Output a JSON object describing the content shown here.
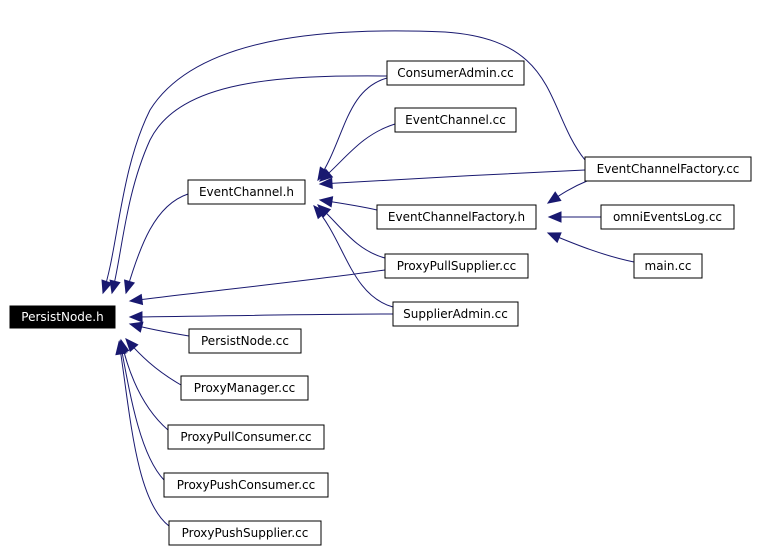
{
  "diagram": {
    "edge_color": "#191970",
    "root_fill": "#000000",
    "root_text_color": "#ffffff",
    "nodes": {
      "persistnode_h": {
        "label": "PersistNode.h",
        "root": true
      },
      "eventchannel_h": {
        "label": "EventChannel.h"
      },
      "consumeradmin_cc": {
        "label": "ConsumerAdmin.cc"
      },
      "eventchannel_cc": {
        "label": "EventChannel.cc"
      },
      "eventchannelfactory_cc": {
        "label": "EventChannelFactory.cc"
      },
      "eventchannelfactory_h": {
        "label": "EventChannelFactory.h"
      },
      "omnieventslog_cc": {
        "label": "omniEventsLog.cc"
      },
      "main_cc": {
        "label": "main.cc"
      },
      "proxypullsupplier_cc": {
        "label": "ProxyPullSupplier.cc"
      },
      "supplieradmin_cc": {
        "label": "SupplierAdmin.cc"
      },
      "persistnode_cc": {
        "label": "PersistNode.cc"
      },
      "proxymanager_cc": {
        "label": "ProxyManager.cc"
      },
      "proxypullconsumer_cc": {
        "label": "ProxyPullConsumer.cc"
      },
      "proxypushconsumer_cc": {
        "label": "ProxyPushConsumer.cc"
      },
      "proxypushsupplier_cc": {
        "label": "ProxyPushSupplier.cc"
      }
    },
    "edges": [
      {
        "from": "eventchannelfactory_cc",
        "to": "persistnode_h"
      },
      {
        "from": "consumeradmin_cc",
        "to": "persistnode_h"
      },
      {
        "from": "eventchannel_h",
        "to": "persistnode_h"
      },
      {
        "from": "proxypullsupplier_cc",
        "to": "persistnode_h"
      },
      {
        "from": "supplieradmin_cc",
        "to": "persistnode_h"
      },
      {
        "from": "persistnode_cc",
        "to": "persistnode_h"
      },
      {
        "from": "proxymanager_cc",
        "to": "persistnode_h"
      },
      {
        "from": "proxypullconsumer_cc",
        "to": "persistnode_h"
      },
      {
        "from": "proxypushconsumer_cc",
        "to": "persistnode_h"
      },
      {
        "from": "proxypushsupplier_cc",
        "to": "persistnode_h"
      },
      {
        "from": "consumeradmin_cc",
        "to": "eventchannel_h"
      },
      {
        "from": "eventchannel_cc",
        "to": "eventchannel_h"
      },
      {
        "from": "eventchannelfactory_cc",
        "to": "eventchannel_h"
      },
      {
        "from": "eventchannelfactory_h",
        "to": "eventchannel_h"
      },
      {
        "from": "proxypullsupplier_cc",
        "to": "eventchannel_h"
      },
      {
        "from": "supplieradmin_cc",
        "to": "eventchannel_h"
      },
      {
        "from": "eventchannelfactory_cc",
        "to": "eventchannelfactory_h"
      },
      {
        "from": "omnieventslog_cc",
        "to": "eventchannelfactory_h"
      },
      {
        "from": "main_cc",
        "to": "eventchannelfactory_h"
      }
    ]
  }
}
